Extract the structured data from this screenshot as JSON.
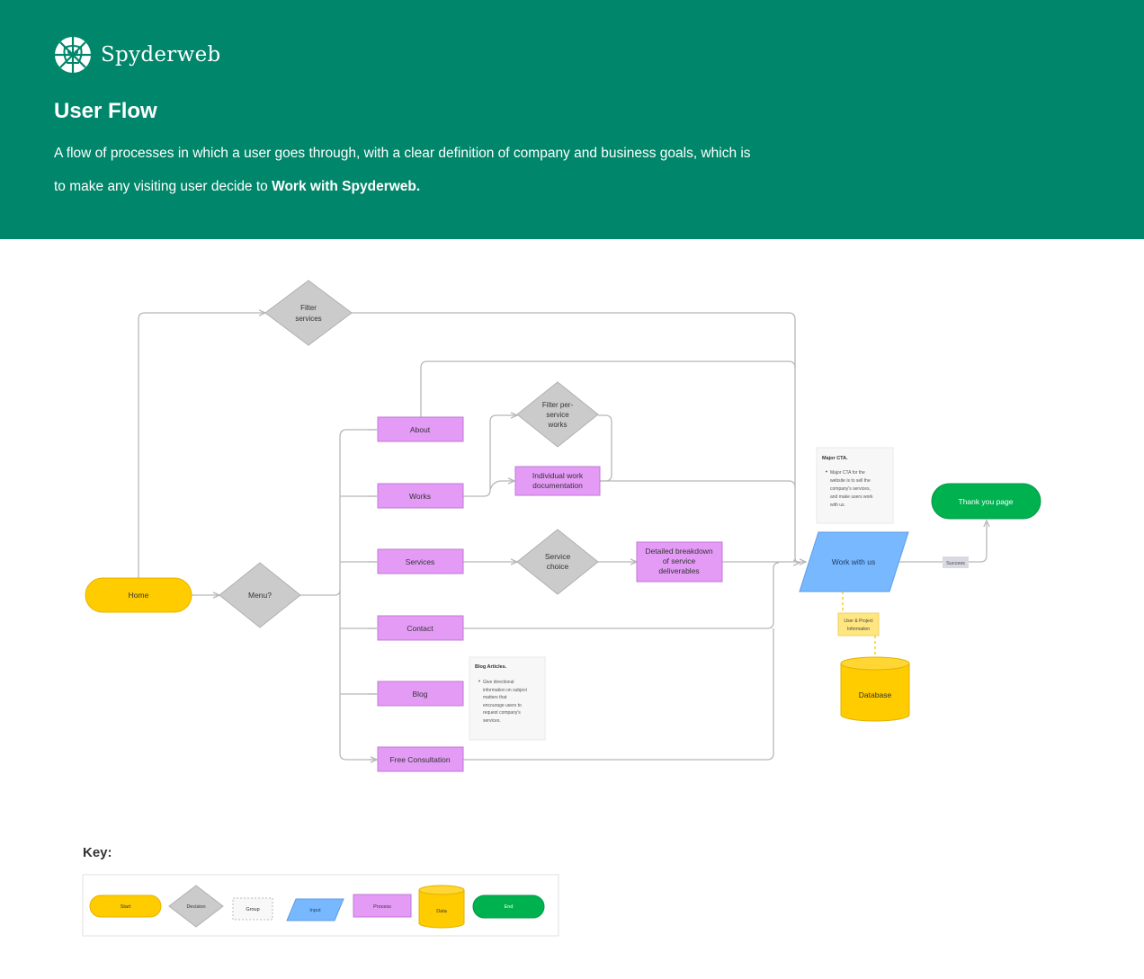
{
  "brand": {
    "name": "Spyderweb"
  },
  "header": {
    "title": "User Flow",
    "description_1": "A flow of processes in which a user goes through, with a clear definition of company and business goals, which is",
    "description_2": "to make any visiting user decide to ",
    "description_bold": "Work with Spyderweb."
  },
  "flow": {
    "home": "Home",
    "menu": "Menu?",
    "filter_services": [
      "Filter",
      "services"
    ],
    "about": "About",
    "works": "Works",
    "filter_works": [
      "Filter per-",
      "service",
      "works"
    ],
    "work_doc": [
      "Individual work",
      "documentation"
    ],
    "services": "Services",
    "service_choice": [
      "Service",
      "choice"
    ],
    "breakdown": [
      "Detailed breakdown",
      "of service",
      "deliverables"
    ],
    "contact": "Contact",
    "blog": "Blog",
    "free_consultation": "Free Consultation",
    "work_with_us": "Work with us",
    "thank_you": "Thank you page",
    "success": "Success",
    "user_info": [
      "User & Project",
      "Information"
    ],
    "database": "Database",
    "note_cta": {
      "title": "Major CTA.",
      "lines": [
        "Major CTA for the",
        "website is to sell the",
        "company's services,",
        "and make users work",
        "with us."
      ]
    },
    "note_blog": {
      "title": "Blog Articles.",
      "lines": [
        "Give directional",
        "information on subject",
        "matters that",
        "encourage users to",
        "request company's",
        "services."
      ]
    }
  },
  "key": {
    "title": "Key:",
    "start": "Start",
    "decision": "Decision",
    "group": "Group",
    "input": "Input",
    "process": "Process",
    "data": "Data",
    "end": "End"
  },
  "colors": {
    "header_bg": "#00866A",
    "start": "#FFCC00",
    "decision": "#CBCBCB",
    "process": "#E39BF5",
    "input": "#78B8FF",
    "end": "#00B150",
    "note": "#F7F7F7",
    "data": "#FFCC00",
    "connector": "#B7B7B7"
  }
}
